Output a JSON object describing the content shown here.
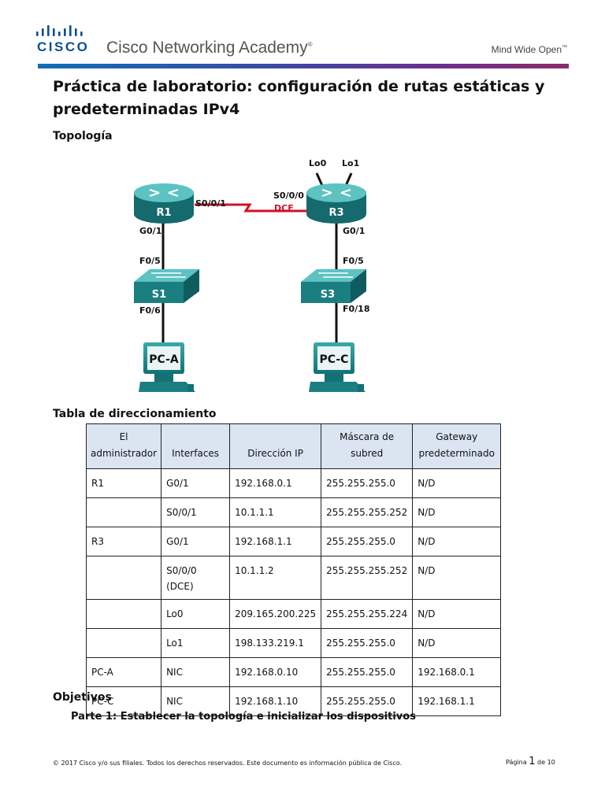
{
  "header": {
    "brand": "CISCO",
    "academy": "Cisco Networking Academy",
    "academy_mark": "®",
    "tagline": "Mind Wide Open",
    "tagline_mark": "™",
    "colors": {
      "brand_blue": "#0d4f8f",
      "rule_start": "#0e6fb7",
      "rule_end": "#8c2c6b"
    }
  },
  "title": "Práctica de laboratorio: configuración de rutas estáticas y predeterminadas IPv4",
  "topology_heading": "Topología",
  "topology": {
    "r1": "R1",
    "r3": "R3",
    "s1": "S1",
    "s3": "S3",
    "pca": "PC-A",
    "pcc": "PC-C",
    "r1_serial": "S0/0/1",
    "r3_serial": "S0/0/0",
    "dce": "DCE",
    "lo0": "Lo0",
    "lo1": "Lo1",
    "r1_g": "G0/1",
    "r3_g": "G0/1",
    "s1_up": "F0/5",
    "s3_up": "F0/5",
    "s1_down": "F0/6",
    "s3_down": "F0/18",
    "colors": {
      "device": "#1f8a8a",
      "serial_link": "#d0102a",
      "dce_text": "#d0102a"
    }
  },
  "table_heading": "Tabla de direccionamiento",
  "table": {
    "headers": {
      "admin_line1": "El",
      "admin_line2": "administrador",
      "interfaces": "Interfaces",
      "ip": "Dirección IP",
      "mask_line1": "Máscara de",
      "mask_line2": "subred",
      "gw_line1": "Gateway",
      "gw_line2": "predeterminado"
    },
    "rows": [
      {
        "device": "R1",
        "iface": "G0/1",
        "iface2": "",
        "ip": "192.168.0.1",
        "mask": "255.255.255.0",
        "gw": "N/D"
      },
      {
        "device": "",
        "iface": "S0/0/1",
        "iface2": "",
        "ip": "10.1.1.1",
        "mask": "255.255.255.252",
        "gw": "N/D"
      },
      {
        "device": "R3",
        "iface": "G0/1",
        "iface2": "",
        "ip": "192.168.1.1",
        "mask": "255.255.255.0",
        "gw": "N/D"
      },
      {
        "device": "",
        "iface": "S0/0/0",
        "iface2": "(DCE)",
        "ip": "10.1.1.2",
        "mask": "255.255.255.252",
        "gw": "N/D"
      },
      {
        "device": "",
        "iface": "Lo0",
        "iface2": "",
        "ip": "209.165.200.225",
        "mask": "255.255.255.224",
        "gw": "N/D"
      },
      {
        "device": "",
        "iface": "Lo1",
        "iface2": "",
        "ip": "198.133.219.1",
        "mask": "255.255.255.0",
        "gw": "N/D"
      },
      {
        "device": "PC-A",
        "iface": "NIC",
        "iface2": "",
        "ip": "192.168.0.10",
        "mask": "255.255.255.0",
        "gw": "192.168.0.1"
      },
      {
        "device": "PC-C",
        "iface": "NIC",
        "iface2": "",
        "ip": "192.168.1.10",
        "mask": "255.255.255.0",
        "gw": "192.168.1.1"
      }
    ]
  },
  "objectives_heading": "Objetivos",
  "objective_part1": "Parte 1: Establecer la topología e inicializar los dispositivos",
  "footer": {
    "copyright": "© 2017 Cisco y/o sus filiales. Todos los derechos reservados. Este documento es información pública de Cisco.",
    "page_word": "Página",
    "page_num": "1",
    "of_word": "de",
    "page_total": "10"
  }
}
